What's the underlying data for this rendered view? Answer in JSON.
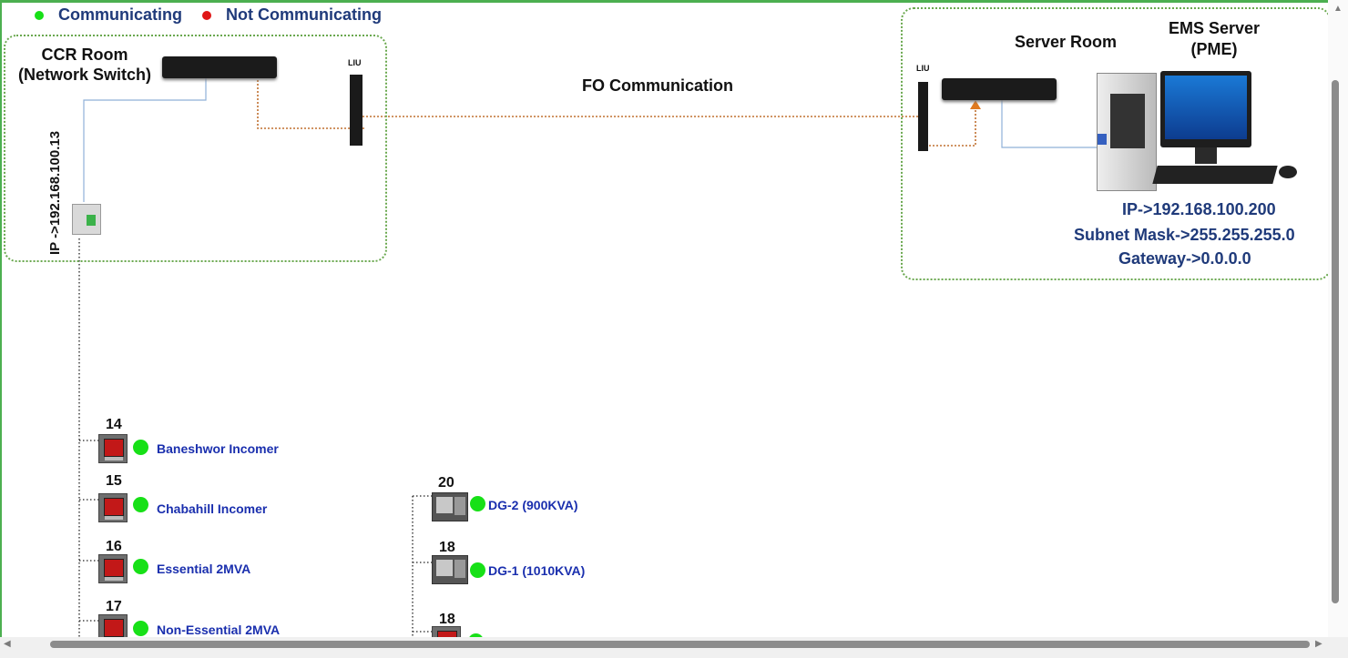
{
  "legend": {
    "communicating_label": "Communicating",
    "not_communicating_label": "Not Communicating",
    "communicating_color": "#17e017",
    "not_communicating_color": "#e01616"
  },
  "ccr": {
    "title_line1": "CCR Room",
    "title_line2": "(Network Switch)",
    "ip_label": "IP ->192.168.100.13",
    "liu_label": "LIU"
  },
  "link": {
    "label": "FO Communication"
  },
  "server": {
    "room_label": "Server Room",
    "ems_line1": "EMS Server",
    "ems_line2": "(PME)",
    "liu_label": "LIU",
    "ip": "IP->192.168.100.200",
    "subnet": "Subnet Mask->255.255.255.0",
    "gateway": "Gateway->0.0.0.0"
  },
  "meters": [
    {
      "id": "14",
      "name": "Baneshwor Incomer",
      "status": "communicating"
    },
    {
      "id": "15",
      "name": "Chabahill Incomer",
      "status": "communicating"
    },
    {
      "id": "16",
      "name": "Essential 2MVA",
      "status": "communicating"
    },
    {
      "id": "17",
      "name": "Non-Essential 2MVA",
      "status": "communicating"
    }
  ],
  "generators": [
    {
      "id": "20",
      "name": "DG-2 (900KVA)",
      "status": "communicating"
    },
    {
      "id": "18",
      "name": "DG-1 (1010KVA)",
      "status": "communicating"
    },
    {
      "id": "18",
      "name": "",
      "status": "communicating"
    }
  ],
  "colors": {
    "frame_green": "#4caf50",
    "box_dotted_green": "#6aa84f",
    "fiber_orange": "#c07030",
    "copper_blue": "#8fb0d8",
    "device_label_blue": "#1a2fae",
    "info_blue": "#1f3a7a"
  }
}
